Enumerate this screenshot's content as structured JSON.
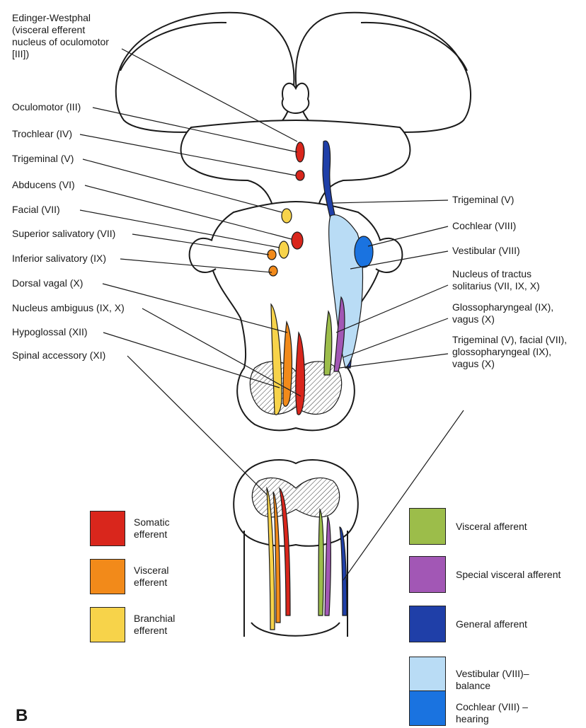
{
  "panel_letter": "B",
  "left_labels": [
    "Edinger-Westphal\n(visceral efferent\nnucleus of oculomotor\n[III])",
    "Oculomotor (III)",
    "Trochlear (IV)",
    "Trigeminal (V)",
    "Abducens (VI)",
    "Facial (VII)",
    "Superior salivatory (VII)",
    "Inferior salivatory (IX)",
    "Dorsal vagal (X)",
    "Nucleus ambiguus (IX, X)",
    "Hypoglossal (XII)",
    "Spinal accessory (XI)"
  ],
  "right_labels": [
    "Trigeminal (V)",
    "Cochlear (VIII)",
    "Vestibular (VIII)",
    "Nucleus of tractus\nsolitarius (VII, IX, X)",
    "Glossopharyngeal (IX),\nvagus (X)",
    "Trigeminal (V), facial (VII),\nglossopharyngeal (IX),\nvagus (X)"
  ],
  "legend_left": [
    {
      "label": "Somatic\nefferent",
      "color": "#d9261c"
    },
    {
      "label": "Visceral\nefferent",
      "color": "#f28a1a"
    },
    {
      "label": "Branchial\nefferent",
      "color": "#f7d34a"
    }
  ],
  "legend_right": [
    {
      "label": "Visceral afferent",
      "color": "#9cbd4a"
    },
    {
      "label": "Special visceral afferent",
      "color": "#a257b5"
    },
    {
      "label": "General afferent",
      "color": "#1f3fa8"
    },
    {
      "label": "Vestibular (VIII)–\nbalance",
      "color": "#b9dcf5"
    },
    {
      "label": "Cochlear (VIII) –\nhearing",
      "color": "#1a73e0"
    }
  ]
}
